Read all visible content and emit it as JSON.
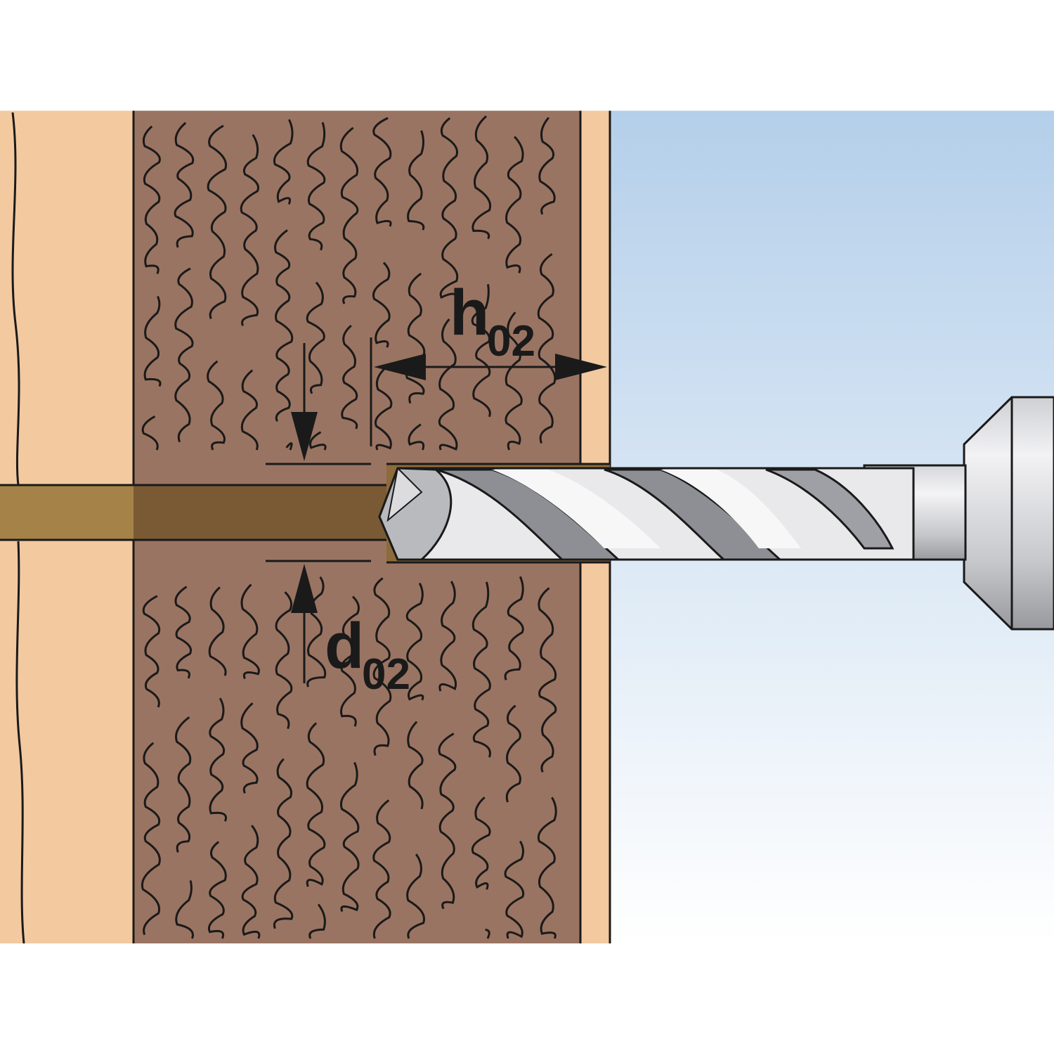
{
  "labels": {
    "depth_main": "h",
    "depth_sub": "02",
    "diameter_main": "d",
    "diameter_sub": "02"
  },
  "colors": {
    "page_background": "#ffffff",
    "wood_light": "#f3c9a0",
    "wood_dark": "#9a7462",
    "drill_hole": "#7a5a34",
    "drill_hole_light": "#a58247",
    "sky_top": "#b4cfea",
    "sky_bottom": "#ffffff",
    "drill_steel_light": "#ececee",
    "drill_steel_mid": "#c7c8cc",
    "drill_steel_dark": "#8e8f94",
    "line": "#1a1a1a"
  },
  "icons": {
    "drill": "twist-drill-bit",
    "arrow": "dimension-arrow"
  }
}
